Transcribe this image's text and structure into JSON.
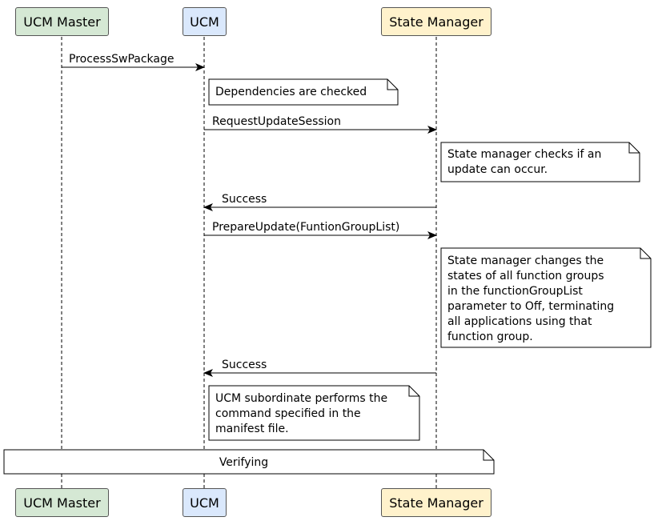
{
  "colors": {
    "ucm_master": "#d5e8d4",
    "ucm": "#dae8fc",
    "state_manager": "#fff2cc",
    "line": "#000000",
    "border": "#555555"
  },
  "participants": [
    {
      "id": "ucm_master",
      "label": "UCM Master"
    },
    {
      "id": "ucm",
      "label": "UCM"
    },
    {
      "id": "state_manager",
      "label": "State Manager"
    }
  ],
  "messages": [
    {
      "label": "ProcessSwPackage",
      "from": "UCM Master",
      "to": "UCM"
    },
    {
      "label": "RequestUpdateSession",
      "from": "UCM",
      "to": "State Manager"
    },
    {
      "label": "Success",
      "from": "State Manager",
      "to": "UCM"
    },
    {
      "label": "PrepareUpdate(FuntionGroupList)",
      "from": "UCM",
      "to": "State Manager"
    },
    {
      "label": "Success",
      "from": "State Manager",
      "to": "UCM"
    }
  ],
  "notes": [
    {
      "lines": [
        "Dependencies are checked"
      ]
    },
    {
      "lines": [
        "State manager checks if an",
        "update can occur."
      ]
    },
    {
      "lines": [
        "State manager changes the",
        "states of all function groups",
        "in the functionGroupList",
        "parameter to Off, terminating",
        "all applications using that",
        "function group."
      ]
    },
    {
      "lines": [
        "UCM subordinate performs the",
        "command specified in the",
        "manifest file."
      ]
    }
  ],
  "divider": {
    "label": "Verifying"
  }
}
